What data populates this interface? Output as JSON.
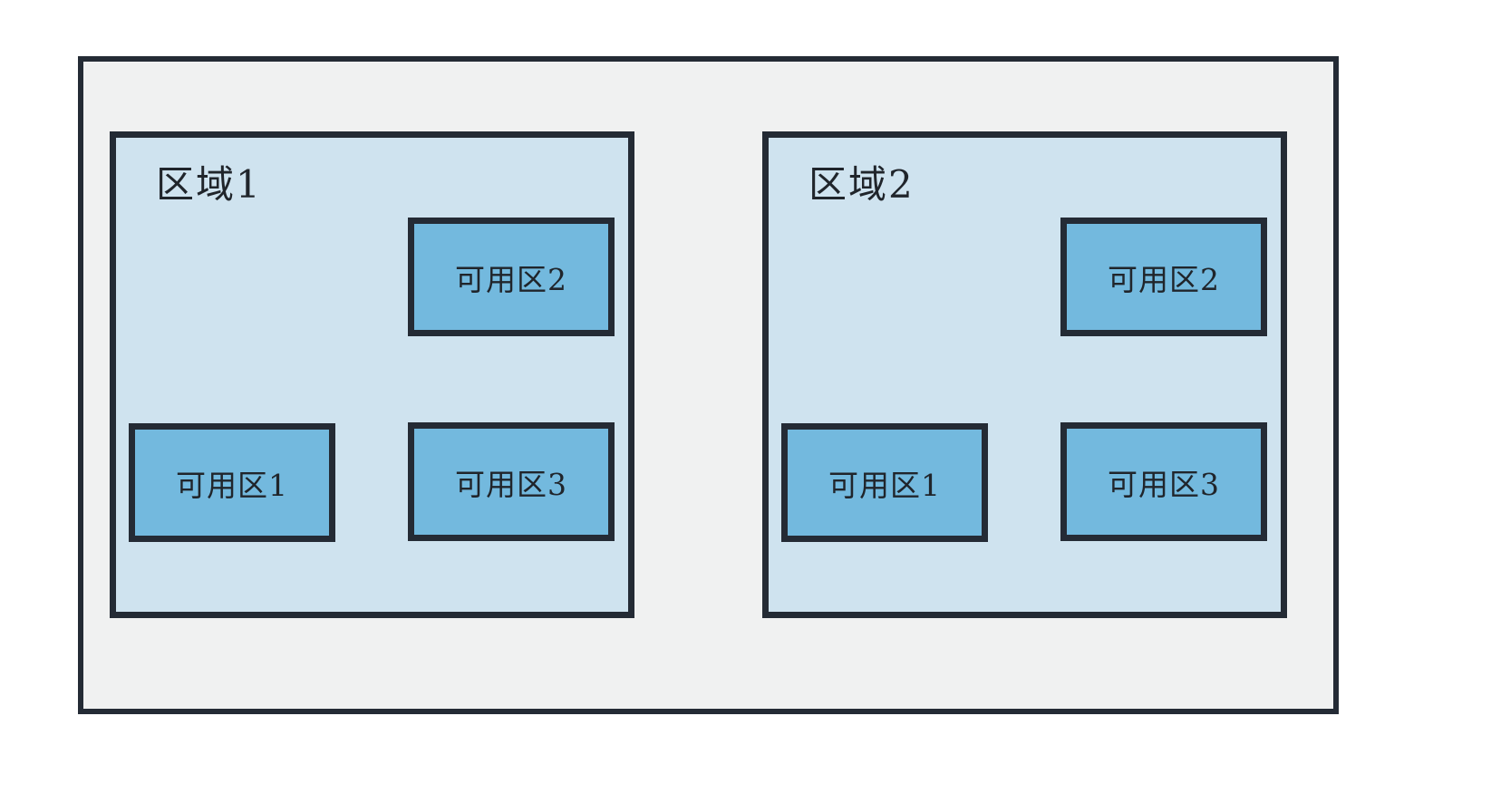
{
  "diagram": {
    "title": "",
    "type": "cloud-region-availability-zone-topology",
    "colors": {
      "frame_fill": "#f0f1f1",
      "region_fill": "#cfe3ef",
      "zone_fill": "#73b9de",
      "border": "#242b35",
      "line": "#262e38",
      "text": "#20252b"
    },
    "regions": [
      {
        "label": "区域1",
        "zones": [
          {
            "label": "可用区1"
          },
          {
            "label": "可用区2"
          },
          {
            "label": "可用区3"
          }
        ],
        "connections": [
          [
            "可用区1",
            "可用区2"
          ],
          [
            "可用区2",
            "可用区3"
          ],
          [
            "可用区1",
            "可用区3"
          ]
        ]
      },
      {
        "label": "区域2",
        "zones": [
          {
            "label": "可用区1"
          },
          {
            "label": "可用区2"
          },
          {
            "label": "可用区3"
          }
        ],
        "connections": [
          [
            "可用区1",
            "可用区2"
          ],
          [
            "可用区2",
            "可用区3"
          ],
          [
            "可用区1",
            "可用区3"
          ]
        ]
      }
    ]
  }
}
